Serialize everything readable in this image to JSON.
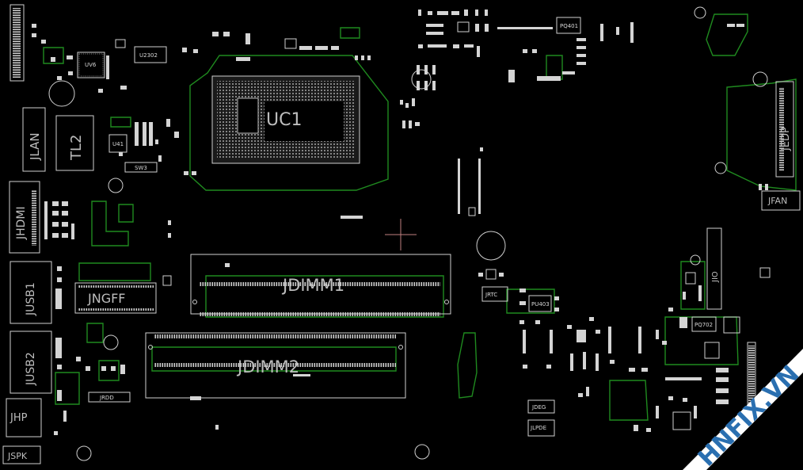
{
  "board": {
    "background": "#000000",
    "trace_color": "#1f8a1f",
    "outline_color": "#d0d0d0"
  },
  "labels": {
    "uc1": "UC1",
    "jdimm1": "JDIMM1",
    "jdimm2": "JDIMM2",
    "jngff": "JNGFF",
    "jlan": "JLAN",
    "tl2": "TL2",
    "jhdmi": "JHDMI",
    "jusb1": "JUSB1",
    "jusb2": "JUSB2",
    "jhp": "JHP",
    "jspk": "JSPK",
    "jedp": "JEDP",
    "jfan": "JFAN",
    "jrtc": "JRTC",
    "jdeg": "JDEG",
    "jlpde": "JLPDE",
    "jio": "JIO",
    "uv6": "UV6",
    "u2302": "U2302",
    "sw3": "SW3",
    "u41": "U41",
    "pq401": "PQ401",
    "pu403": "PU403",
    "pq702": "PQ702",
    "jrdd": "JRDD"
  },
  "watermark": {
    "text": "HNFIX.VN",
    "stripe_color": "#ffffff",
    "text_color": "#2a6fb0"
  }
}
